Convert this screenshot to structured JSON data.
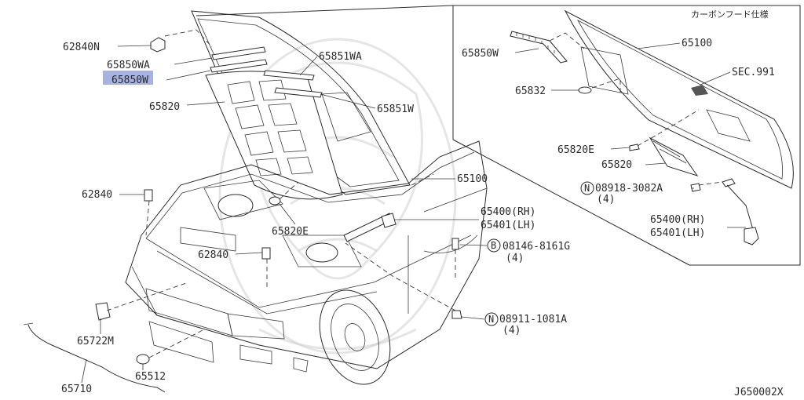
{
  "diagram": {
    "code": "J650002X",
    "inset_title": "カーボンフード仕様",
    "highlighted_label": "65850W",
    "highlight_color": "#a8b2e0",
    "labels": {
      "p62840n": "62840N",
      "p65850wa": "65850WA",
      "p65850w": "65850W",
      "p65851wa": "65851WA",
      "p65820": "65820",
      "p65851w": "65851W",
      "p62840_left": "62840",
      "p65100_main": "65100",
      "p65820e_main": "65820E",
      "p65400_main": "65400(RH)",
      "p65401_main": "65401(LH)",
      "p62840_mid": "62840",
      "p08146": "08146-8161G",
      "p08146_qty": "(4)",
      "p65722m": "65722M",
      "p08911": "08911-1081A",
      "p08911_qty": "(4)",
      "p65512": "65512",
      "p65710": "65710",
      "i65850w": "65850W",
      "i65100": "65100",
      "i65832": "65832",
      "isec991": "SEC.991",
      "i65820e": "65820E",
      "i65820": "65820",
      "i08918": "08918-3082A",
      "i08918_qty": "(4)",
      "i65400": "65400(RH)",
      "i65401": "65401(LH)"
    },
    "markers": {
      "bolt_b": "B",
      "nut_n": "N"
    }
  }
}
